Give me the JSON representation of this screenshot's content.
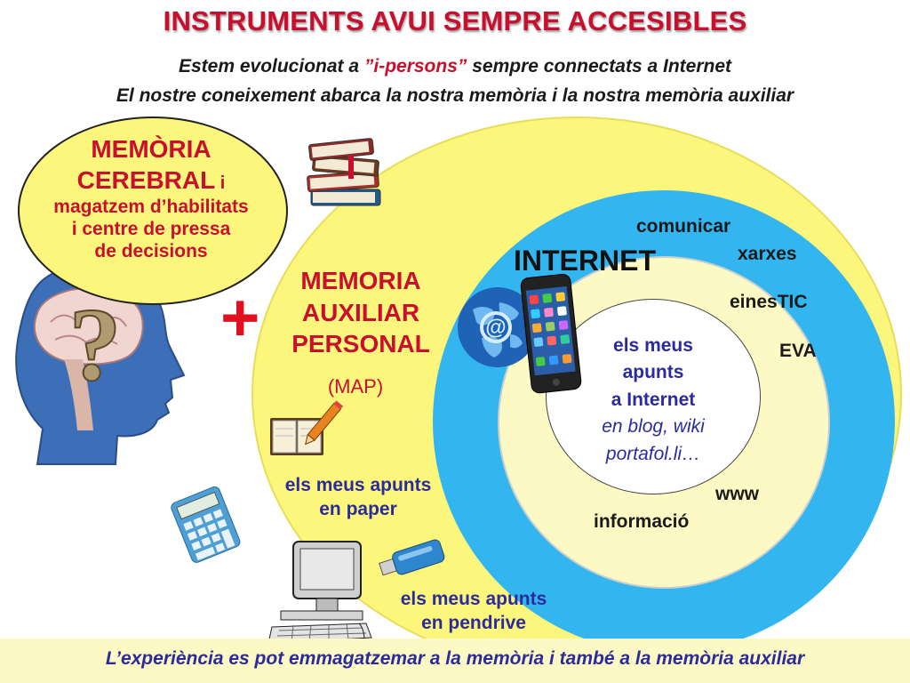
{
  "title": "INSTRUMENTS AVUI SEMPRE ACCESIBLES",
  "subtitle1": {
    "before": "Estem evolucionat a ",
    "highlight": "”i-persons”",
    "after": " sempre connectats a Internet"
  },
  "subtitle2": "El nostre coneixement abarca la nostra memòria i la nostra memòria auxiliar",
  "brain_memory": {
    "line1": "MEMÒRIA",
    "line2_main": "CEREBRAL",
    "line2_suffix": " i",
    "line3": "magatzem d’habilitats",
    "line4": "i centre de pressa",
    "line5": "de decisions"
  },
  "plus_sign": "+",
  "auxiliary_memory": {
    "line1": "MEMORIA",
    "line2": "AUXILIAR",
    "line3": "PERSONAL",
    "abbr": "(MAP)"
  },
  "paper_notes": {
    "line1": "els meus apunts",
    "line2": "en paper"
  },
  "pendrive_notes": {
    "line1": "els meus apunts",
    "line2": "en pendrive"
  },
  "internet": {
    "label": "INTERNET",
    "ring_labels": {
      "comunicar": "comunicar",
      "xarxes": "xarxes",
      "einestic": "einesTIC",
      "eva": "EVA",
      "www": "www",
      "informacio": "informació"
    },
    "inner": {
      "line1": "els meus",
      "line2": "apunts",
      "line3": "a Internet",
      "line4": "en blog, wiki",
      "line5": "portafol.li…"
    }
  },
  "footer": "L’experiència es pot emmagatzemar a la memòria i també a la memòria auxiliar",
  "icons": [
    "books-icon",
    "globe-icon",
    "smartphone-icon",
    "head-brain-icon",
    "notebook-pencil-icon",
    "calculator-icon",
    "computer-icon",
    "usb-pendrive-icon"
  ],
  "colors": {
    "title_red": "#c8102e",
    "text_blue": "#2b2b9b",
    "yellow": "#fdf67d",
    "ring_blue": "#33b5f0"
  }
}
